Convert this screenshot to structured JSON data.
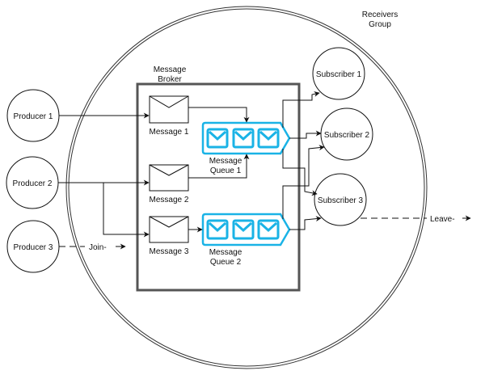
{
  "group": {
    "label_line1": "Receivers",
    "label_line2": "Group"
  },
  "broker": {
    "label_line1": "Message",
    "label_line2": "Broker"
  },
  "producers": [
    {
      "label": "Producer 1"
    },
    {
      "label": "Producer 2"
    },
    {
      "label": "Producer 3"
    }
  ],
  "messages": [
    {
      "label": "Message 1"
    },
    {
      "label": "Message 2"
    },
    {
      "label": "Message 3"
    }
  ],
  "queues": [
    {
      "label_line1": "Message",
      "label_line2": "Queue 1"
    },
    {
      "label_line1": "Message",
      "label_line2": "Queue 2"
    }
  ],
  "subscribers": [
    {
      "label": "Subscriber 1"
    },
    {
      "label": "Subscriber 2"
    },
    {
      "label": "Subscriber 3"
    }
  ],
  "annotations": {
    "join": "Join-",
    "leave": "Leave-"
  },
  "colors": {
    "queue": "#1ab3e6",
    "line": "#111111",
    "broker_border": "#555555"
  }
}
